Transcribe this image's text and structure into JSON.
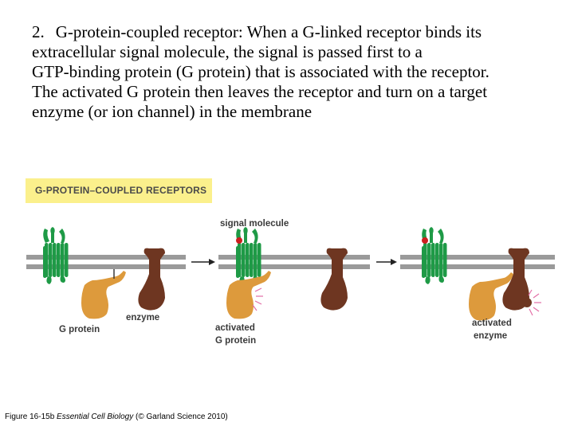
{
  "slide": {
    "number": "2.",
    "lines": [
      "G-protein-coupled receptor: When a G-linked receptor binds its",
      "extracellular signal molecule, the signal is passed first to a",
      "GTP-binding protein (G protein) that is associated with the receptor.",
      "The activated G protein then leaves the receptor and turn on  a target",
      "enzyme (or ion channel) in the membrane"
    ]
  },
  "figure": {
    "banner": "G-PROTEIN–COUPLED RECEPTORS",
    "labels": {
      "signal_molecule": "signal molecule",
      "g_protein": "G protein",
      "enzyme": "enzyme",
      "activated_g_protein_1": "activated",
      "activated_g_protein_2": "G protein",
      "activated_enzyme_1": "activated",
      "activated_enzyme_2": "enzyme"
    },
    "colors": {
      "banner": "#fbf08c",
      "membrane": "#9a9a9a",
      "receptor": "#1e9a46",
      "g_protein": "#dd9a3c",
      "enzyme": "#6e3621",
      "signal_molecule": "#cc1f1f",
      "activation_rays": "#e36fa6"
    }
  },
  "caption": {
    "prefix": "Figure 16-15b ",
    "book": "Essential Cell Biology",
    "suffix": " (© Garland Science 2010)"
  }
}
